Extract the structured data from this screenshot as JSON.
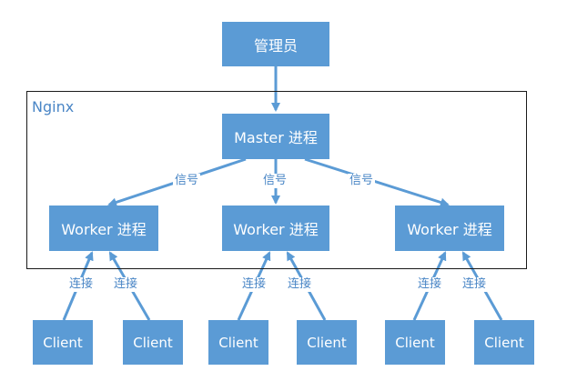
{
  "diagram": {
    "admin_label": "管理员",
    "group_label": "Nginx",
    "master_label": "Master 进程",
    "workers": [
      {
        "label": "Worker 进程"
      },
      {
        "label": "Worker 进程"
      },
      {
        "label": "Worker 进程"
      }
    ],
    "signal_labels": [
      "信号",
      "信号",
      "信号"
    ],
    "connect_labels": [
      "连接",
      "连接",
      "连接",
      "连接",
      "连接",
      "连接"
    ],
    "clients": [
      "Client",
      "Client",
      "Client",
      "Client",
      "Client",
      "Client"
    ],
    "colors": {
      "box_fill": "#5b9bd5",
      "box_text": "#ffffff",
      "arrow": "#5b9bd5",
      "label_text": "#4a86c6",
      "container_border": "#1a1a1a"
    }
  }
}
